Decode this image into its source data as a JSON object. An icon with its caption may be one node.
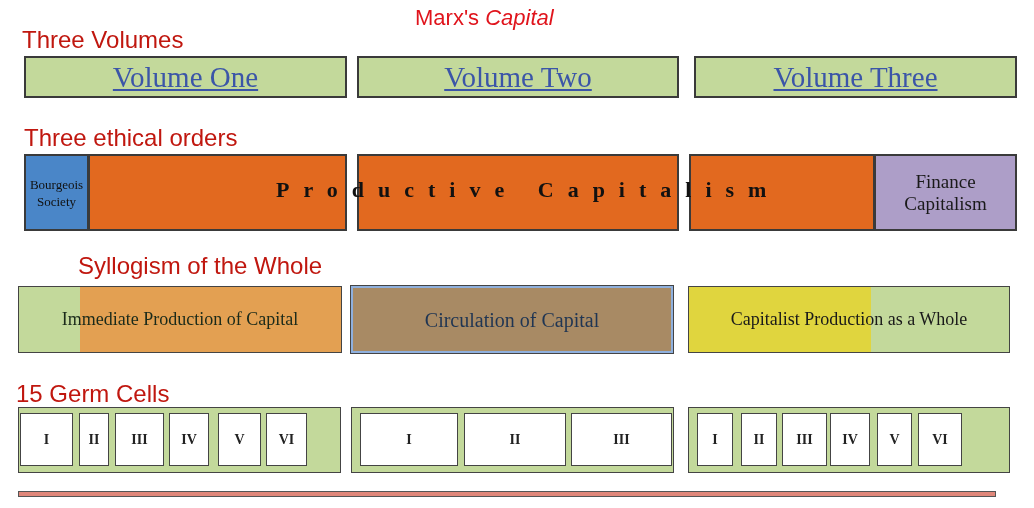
{
  "diagram": {
    "title": "Marx's *Capital*",
    "nodes": [
      {
        "text": [
          "Volume One"
        ]
      },
      {
        "text": [
          "Volume Two"
        ]
      },
      {
        "text": [
          "Volume Three"
        ]
      },
      {
        "text": [
          "Bourgeois Society"
        ]
      },
      {
        "text": [],
        "shape": "box"
      },
      {
        "text": [],
        "shape": "box"
      },
      {
        "text": [],
        "shape": "box"
      },
      {
        "text": [
          "Finance Capitalism"
        ]
      },
      {
        "text": [
          "Immediate Production of Capital"
        ]
      },
      {
        "text": [
          "Circulation of Capital"
        ]
      },
      {
        "text": [
          "Capitalist Production as a Whole"
        ]
      },
      {
        "text": [],
        "shape": "box"
      },
      {
        "text": [
          "I"
        ],
        "in": 11
      },
      {
        "text": [
          "II"
        ],
        "in": 11
      },
      {
        "text": [
          "III"
        ],
        "in": 11
      },
      {
        "text": [
          "IV"
        ],
        "in": 11
      },
      {
        "text": [
          "V"
        ],
        "in": 11
      },
      {
        "text": [
          "VI"
        ],
        "in": 11
      },
      {
        "text": [],
        "shape": "box"
      },
      {
        "text": [
          "I"
        ],
        "in": 18
      },
      {
        "text": [
          "II"
        ],
        "in": 18
      },
      {
        "text": [
          "III"
        ],
        "in": 18
      },
      {
        "text": [],
        "shape": "box"
      },
      {
        "text": [
          "I"
        ],
        "in": 22
      },
      {
        "text": [
          "II"
        ],
        "in": 22
      },
      {
        "text": [
          "III"
        ],
        "in": 22
      },
      {
        "text": [
          "IV"
        ],
        "in": 22
      },
      {
        "text": [
          "V"
        ],
        "in": 22
      },
      {
        "text": [
          "VI"
        ],
        "in": 22
      }
    ],
    "labels": [
      "Three Volumes",
      "Three ethical orders",
      "Productive Capitalism",
      "Syllogism of the Whole",
      "15 Germ Cells"
    ]
  }
}
